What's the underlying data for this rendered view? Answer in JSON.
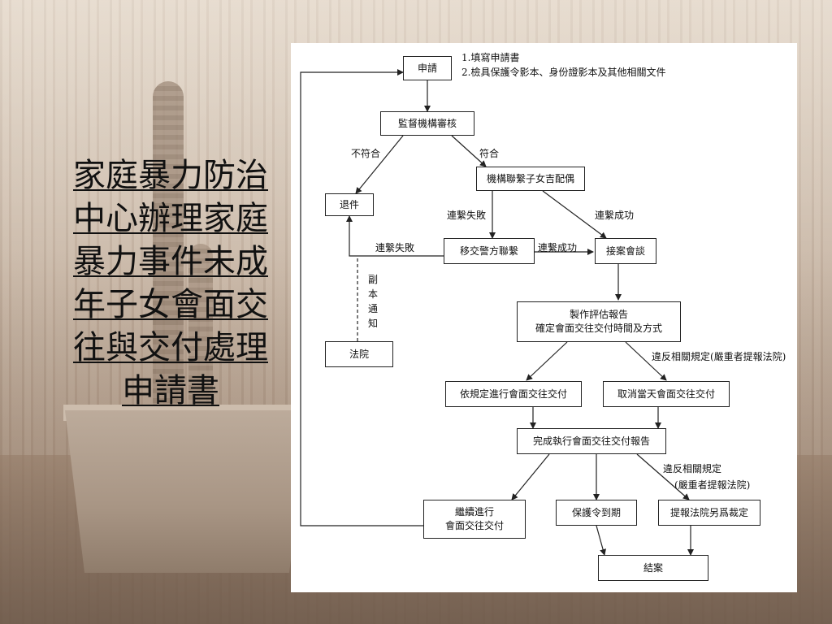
{
  "title": "家庭暴力防治中心辦理家庭暴力事件未成年子女會面交往與交付處理申請書",
  "title_lines": [
    "家庭暴力防治",
    "中心辦理家庭",
    "暴力事件未成",
    "年子女會面交",
    "往與交付處理",
    "申請書"
  ],
  "flow": {
    "apply": "申請",
    "apply_notes": [
      "1.填寫申請書",
      "2.檢具保護令影本、身份證影本及其他相關文件"
    ],
    "review": "監督機構審核",
    "not_qualified": "不符合",
    "qualified": "符合",
    "return": "退件",
    "contact": "機構聯繫子女吉配偶",
    "contact_fail": "連繫失敗",
    "contact_success": "連繫成功",
    "police": "移交警方聯繫",
    "police_fail": "連繫失敗",
    "police_success": "連繫成功",
    "interview": "接案會談",
    "court": "法院",
    "copy_notice": "副本通知",
    "report_line1": "製作評估報告",
    "report_line2": "確定會面交往交付時間及方式",
    "violation1": "違反相關規定(嚴重者提報法院)",
    "proceed": "依規定進行會面交往交付",
    "cancel": "取消當天會面交往交付",
    "complete": "完成執行會面交往交付報告",
    "violation2_line1": "違反相關規定",
    "violation2_line2": "(嚴重者提報法院)",
    "continue_line1": "繼續進行",
    "continue_line2": "會面交往交付",
    "expire": "保護令到期",
    "court_decide": "提報法院另爲裁定",
    "close": "結案"
  }
}
